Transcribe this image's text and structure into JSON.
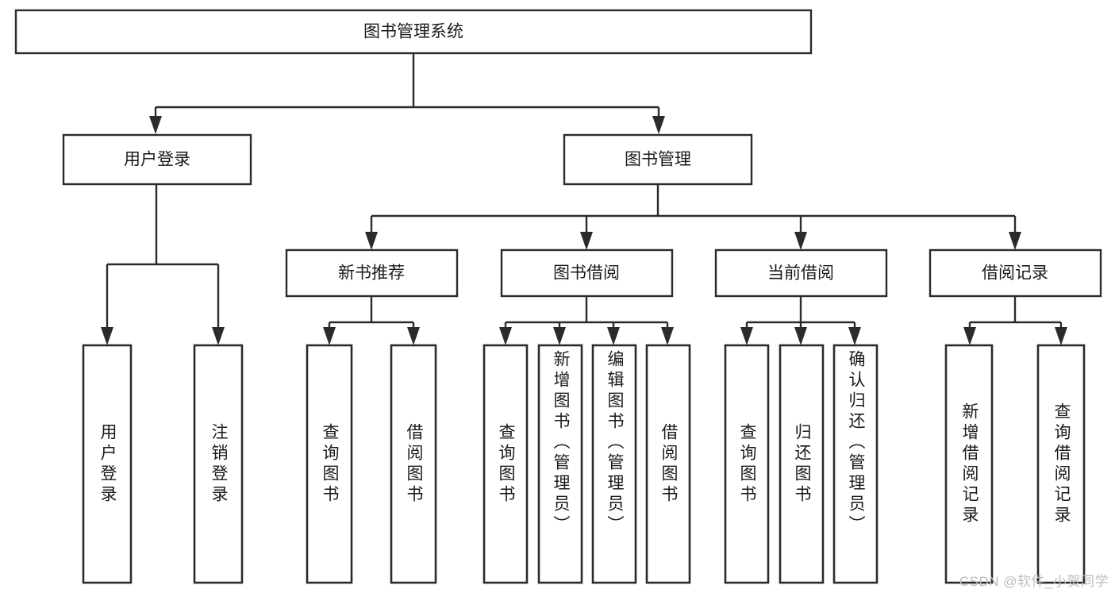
{
  "diagram": {
    "type": "tree-hierarchy",
    "title_node": {
      "label": "图书管理系统"
    },
    "level2": [
      {
        "id": "user-login",
        "label": "用户登录"
      },
      {
        "id": "book-management",
        "label": "图书管理"
      }
    ],
    "level3": [
      {
        "id": "new-book-recommend",
        "label": "新书推荐",
        "parent": "book-management"
      },
      {
        "id": "book-borrow",
        "label": "图书借阅",
        "parent": "book-management"
      },
      {
        "id": "current-borrow",
        "label": "当前借阅",
        "parent": "book-management"
      },
      {
        "id": "borrow-record",
        "label": "借阅记录",
        "parent": "book-management"
      }
    ],
    "leaves": [
      {
        "id": "leaf-user-login",
        "label": "用户登录",
        "parent": "user-login"
      },
      {
        "id": "leaf-logout-login",
        "label": "注销登录",
        "parent": "user-login"
      },
      {
        "id": "leaf-query-book-1",
        "label": "查询图书",
        "parent": "new-book-recommend"
      },
      {
        "id": "leaf-borrow-book-1",
        "label": "借阅图书",
        "parent": "new-book-recommend"
      },
      {
        "id": "leaf-query-book-2",
        "label": "查询图书",
        "parent": "book-borrow"
      },
      {
        "id": "leaf-add-book-admin",
        "label": "新增图书（管理员）",
        "parent": "book-borrow"
      },
      {
        "id": "leaf-edit-book-admin",
        "label": "编辑图书（管理员）",
        "parent": "book-borrow"
      },
      {
        "id": "leaf-borrow-book-2",
        "label": "借阅图书",
        "parent": "book-borrow"
      },
      {
        "id": "leaf-query-book-3",
        "label": "查询图书",
        "parent": "current-borrow"
      },
      {
        "id": "leaf-return-book",
        "label": "归还图书",
        "parent": "current-borrow"
      },
      {
        "id": "leaf-confirm-return-admin",
        "label": "确认归还（管理员）",
        "parent": "current-borrow"
      },
      {
        "id": "leaf-add-borrow-record",
        "label": "新增借阅记录",
        "parent": "borrow-record"
      },
      {
        "id": "leaf-query-borrow-record",
        "label": "查询借阅记录",
        "parent": "borrow-record"
      }
    ],
    "colors": {
      "stroke": "#2b2b2b",
      "fill": "#ffffff",
      "text": "#1a1a1a",
      "watermark": "#bcbcbc"
    }
  },
  "watermark": {
    "text": "CSDN @软件_小贺同学"
  }
}
